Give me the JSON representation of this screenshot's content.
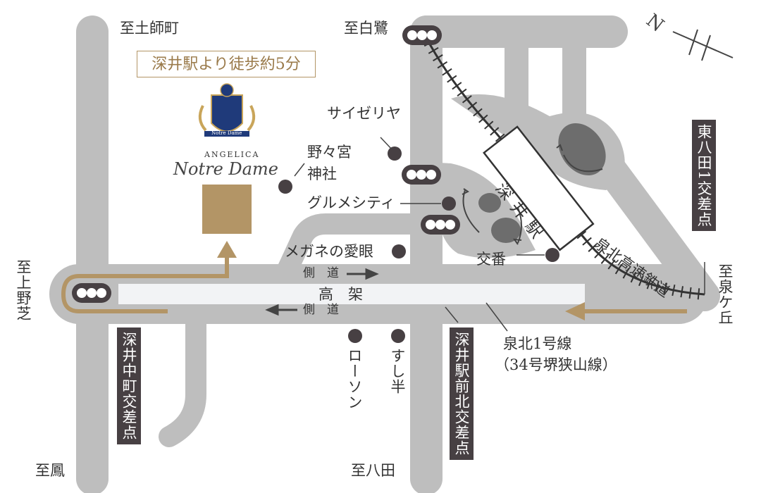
{
  "walk_note": "深井駅より徒歩約5分",
  "hall": {
    "brand_top": "ANGELICA",
    "brand_name": "Notre Dame",
    "crest_ribbon": "Notre Dame"
  },
  "north_label": "N",
  "directions": {
    "to_tsuchiyamachi": "至土師町",
    "to_shirasagi": "至白鷺",
    "to_kaminoshiba": "至上野芝",
    "to_otori": "至鳳",
    "to_hatta": "至八田",
    "to_izumigaoka": "至泉ケ丘"
  },
  "landmarks": {
    "saizeriya": "サイゼリヤ",
    "nonomiya_line1": "野々宮",
    "nonomiya_line2": "神社",
    "gourmet_city": "グルメシティ",
    "megane": "メガネの愛眼",
    "koban": "交番",
    "lawson": "ローソン",
    "sushihan": "すし半"
  },
  "station": "深井駅",
  "railway": "泉北高速鉄道",
  "viaduct": "高　架",
  "side_road_top": "側　道",
  "side_road_bottom": "側　道",
  "route_line1": "泉北1号線",
  "route_line2": "（34号堺狭山線）",
  "intersections": {
    "fukainakamachi": "深井中町交差点",
    "fukaiekimaekita": "深井駅前北交差点",
    "higashihatta": "東八田1交差点"
  },
  "colors": {
    "road": "#bebebe",
    "viaduct": "#f2f3f5",
    "route": "#b39566",
    "dark": "#474043",
    "hall_marker": "#b39566",
    "rail": "#333333"
  }
}
